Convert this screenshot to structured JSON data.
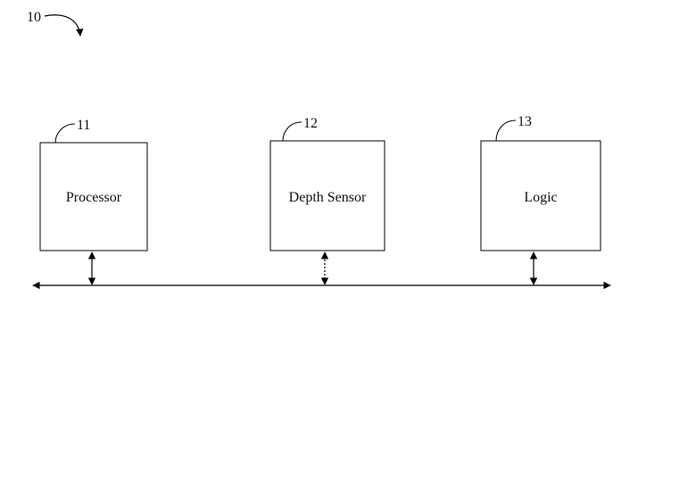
{
  "diagram": {
    "figure_ref": "10",
    "components": [
      {
        "ref": "11",
        "label": "Processor"
      },
      {
        "ref": "12",
        "label": "Depth Sensor"
      },
      {
        "ref": "13",
        "label": "Logic"
      }
    ],
    "bus": {
      "bidirectional": true
    }
  }
}
